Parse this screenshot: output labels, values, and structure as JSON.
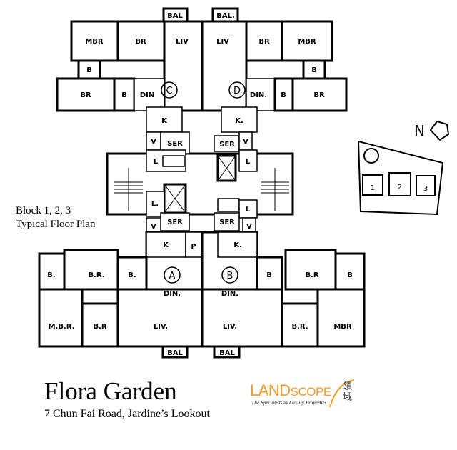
{
  "plan": {
    "caption_line1": "Block 1, 2, 3",
    "caption_line2": "Typical Floor Plan",
    "north_label": "N",
    "units": {
      "a": "A",
      "b": "B",
      "c": "C",
      "d": "D"
    },
    "unit_c": {
      "mbr": "MBR",
      "br1": "BR",
      "liv": "LIV",
      "b1": "B",
      "br2": "BR",
      "b2": "B",
      "din": "DIN",
      "bal": "BAL"
    },
    "unit_d": {
      "liv": "LIV",
      "br1": "BR",
      "mbr": "MBR",
      "b1": "B",
      "din": "DIN.",
      "b2": "B",
      "br2": "BR",
      "bal": "BAL."
    },
    "core": {
      "k_tl": "K",
      "k_tr": "K.",
      "v": "V",
      "ser": "SER",
      "l": "L",
      "l2": "L.",
      "k_bl": "K",
      "k_br": "K.",
      "p": "P"
    },
    "unit_a": {
      "b1": "B.",
      "br1": "B.R.",
      "b2": "B.",
      "din": "DIN.",
      "mbr": "M.B.R.",
      "br2": "B.R",
      "liv": "LIV.",
      "bal": "BAL"
    },
    "unit_b": {
      "b1": "B",
      "br1": "B.R",
      "b2": "B",
      "din": "DIN.",
      "br2": "B.R.",
      "mbr": "MBR",
      "liv": "LIV.",
      "bal": "BAL"
    },
    "site": {
      "block1": "1",
      "block2": "2",
      "block3": "3"
    }
  },
  "footer": {
    "title": "Flora Garden",
    "address": "7 Chun Fai Road, Jardine’s Lookout"
  },
  "logo": {
    "brand_big": "LAND",
    "brand_small": "SCOPE",
    "tagline": "The Specialists in Luxury Properties",
    "chinese": "領域",
    "color": "#f39a2c"
  }
}
